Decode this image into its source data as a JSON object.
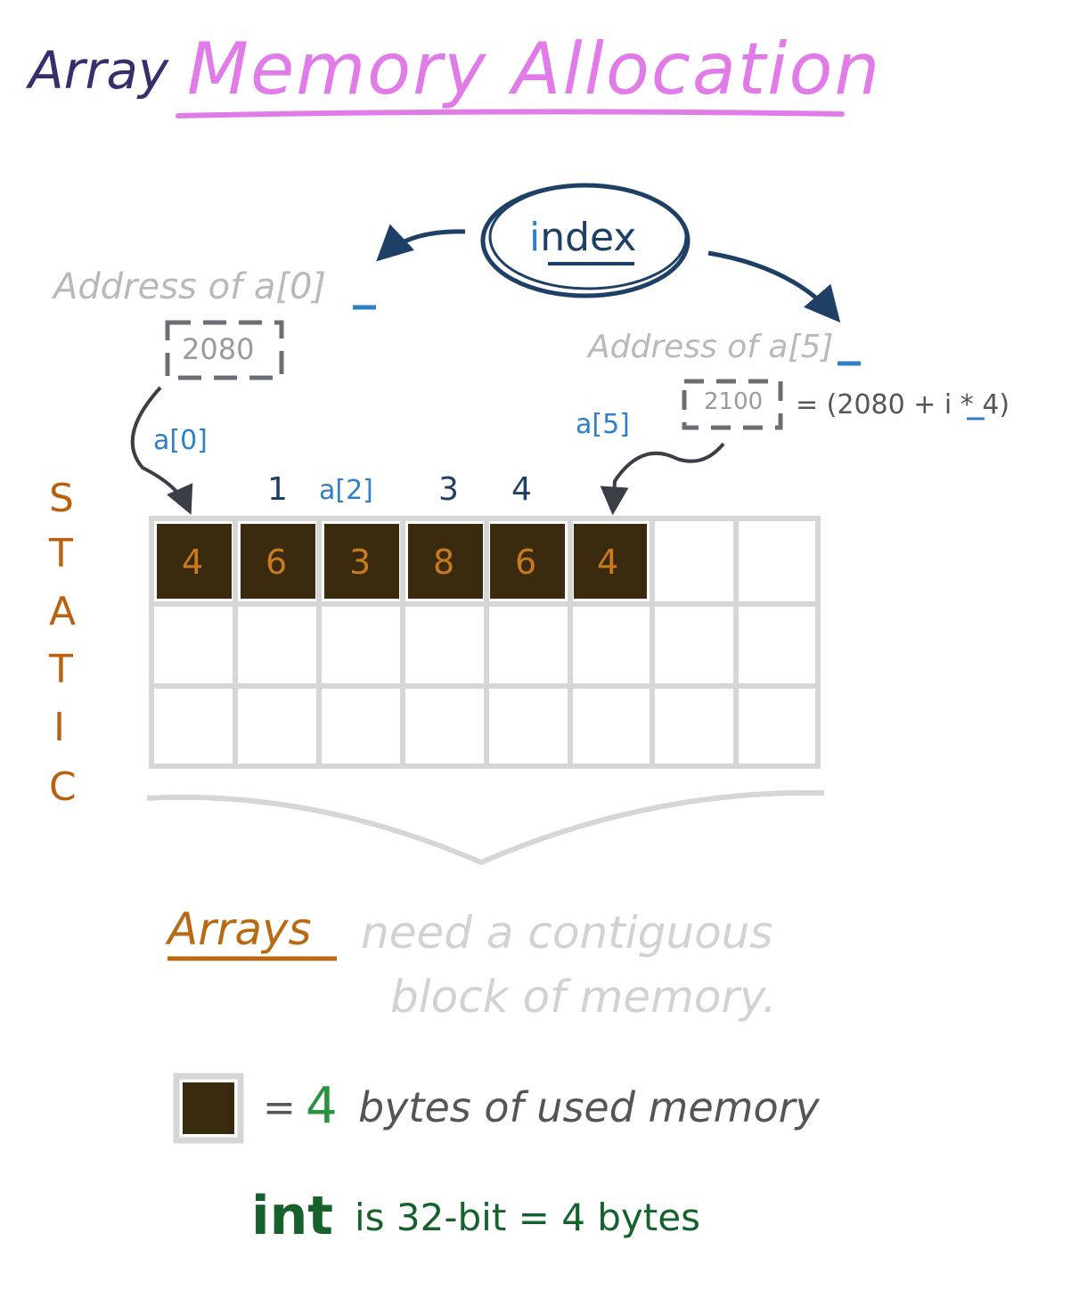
{
  "title": {
    "prefix": "Array",
    "main": "Memory Allocation"
  },
  "index_bubble": {
    "text": "index"
  },
  "left_address": {
    "label": "Address of a[0]",
    "value": "2080",
    "pointer": "a[0]"
  },
  "right_address": {
    "label": "Address of a[5]",
    "value": "2100",
    "pointer": "a[5]",
    "formula": "= (2080 + i * 4)"
  },
  "index_labels": [
    "1",
    "a[2]",
    "3",
    "4"
  ],
  "array_values": [
    "4",
    "6",
    "3",
    "8",
    "6",
    "4"
  ],
  "static_word": [
    "S",
    "T",
    "A",
    "T",
    "I",
    "C"
  ],
  "caption": {
    "highlight": "Arrays",
    "rest_line1": "need a contiguous",
    "rest_line2": "block of memory."
  },
  "legend": {
    "eq": "=",
    "number": "4",
    "text": "bytes of used memory"
  },
  "footer": {
    "keyword": "int",
    "text": "is 32-bit = 4 bytes"
  },
  "colors": {
    "cell_fill": "#3a2a0e",
    "grid": "#d6d6d6",
    "accent": "#e07be8",
    "navy": "#1f4066"
  }
}
